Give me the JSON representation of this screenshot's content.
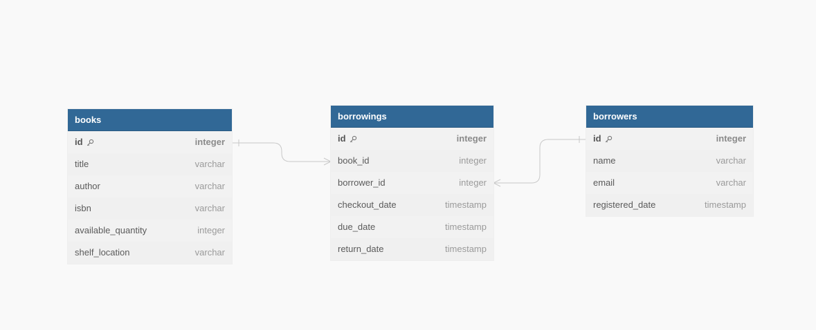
{
  "colors": {
    "header": "#316896",
    "header_text": "#ffffff",
    "row": "#f2f2f2",
    "connector": "#c8c8c8",
    "canvas": "#f9f9f9"
  },
  "tables": [
    {
      "name": "books",
      "columns": [
        {
          "name": "id",
          "type": "integer",
          "pk": true
        },
        {
          "name": "title",
          "type": "varchar"
        },
        {
          "name": "author",
          "type": "varchar"
        },
        {
          "name": "isbn",
          "type": "varchar"
        },
        {
          "name": "available_quantity",
          "type": "integer"
        },
        {
          "name": "shelf_location",
          "type": "varchar"
        }
      ]
    },
    {
      "name": "borrowings",
      "columns": [
        {
          "name": "id",
          "type": "integer",
          "pk": true
        },
        {
          "name": "book_id",
          "type": "integer"
        },
        {
          "name": "borrower_id",
          "type": "integer"
        },
        {
          "name": "checkout_date",
          "type": "timestamp"
        },
        {
          "name": "due_date",
          "type": "timestamp"
        },
        {
          "name": "return_date",
          "type": "timestamp"
        }
      ]
    },
    {
      "name": "borrowers",
      "columns": [
        {
          "name": "id",
          "type": "integer",
          "pk": true
        },
        {
          "name": "name",
          "type": "varchar"
        },
        {
          "name": "email",
          "type": "varchar"
        },
        {
          "name": "registered_date",
          "type": "timestamp"
        }
      ]
    }
  ],
  "relationships": [
    {
      "from": "books.id",
      "from_cardinality": "one",
      "to": "borrowings.book_id",
      "to_cardinality": "many"
    },
    {
      "from": "borrowings.borrower_id",
      "from_cardinality": "many",
      "to": "borrowers.id",
      "to_cardinality": "one"
    }
  ]
}
